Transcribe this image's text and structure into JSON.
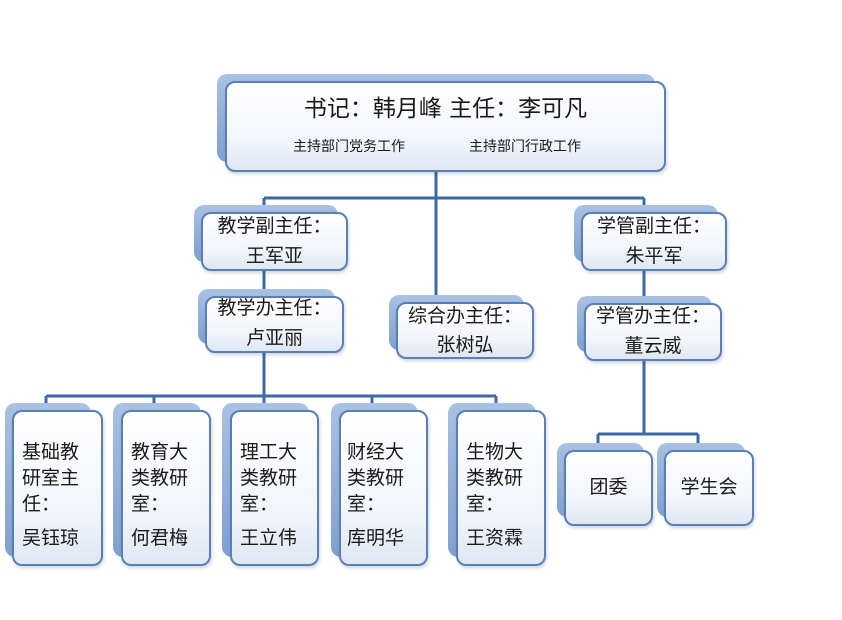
{
  "top": {
    "line1": "书记：韩月峰      主任：李可凡",
    "duty_left": "主持部门党务工作",
    "duty_right": "主持部门行政工作"
  },
  "teaching_vp": {
    "title": "教学副主任：",
    "name": "王军亚"
  },
  "teaching_office": {
    "title": "教学办主任：",
    "name": "卢亚丽"
  },
  "general_office": {
    "title": "综合办主任：",
    "name": "张树弘"
  },
  "student_vp": {
    "title": "学管副主任：",
    "name": "朱平军"
  },
  "student_office": {
    "title": "学管办主任：",
    "name": "董云威"
  },
  "research_rooms": [
    {
      "lines": [
        "基础教",
        "研室主",
        "任："
      ],
      "name": "吴钰琼"
    },
    {
      "lines": [
        "教育大",
        "类教研",
        "室："
      ],
      "name": "何君梅"
    },
    {
      "lines": [
        "理工大",
        "类教研",
        "室："
      ],
      "name": "王立伟"
    },
    {
      "lines": [
        "财经大",
        "类教研",
        "室："
      ],
      "name": "库明华"
    },
    {
      "lines": [
        "生物大",
        "类教研",
        "室："
      ],
      "name": "王资霖"
    }
  ],
  "youth_league": "团委",
  "student_union": "学生会",
  "colors": {
    "connector": "#3d6aa6",
    "box_border": "#5a7fb5",
    "shadow": "#8fadd8"
  }
}
